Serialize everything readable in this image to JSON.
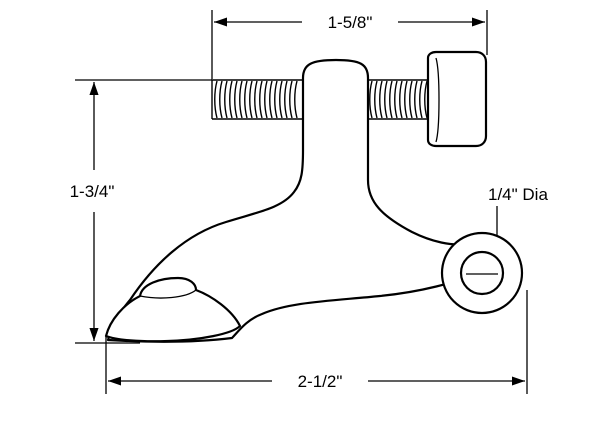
{
  "diagram": {
    "dimensions": {
      "top_width": "1-5/8\"",
      "height": "1-3/4\"",
      "bottom_width": "2-1/2\"",
      "hole_diameter": "1/4\" Dia"
    },
    "colors": {
      "line": "#000000",
      "background": "#ffffff"
    }
  }
}
